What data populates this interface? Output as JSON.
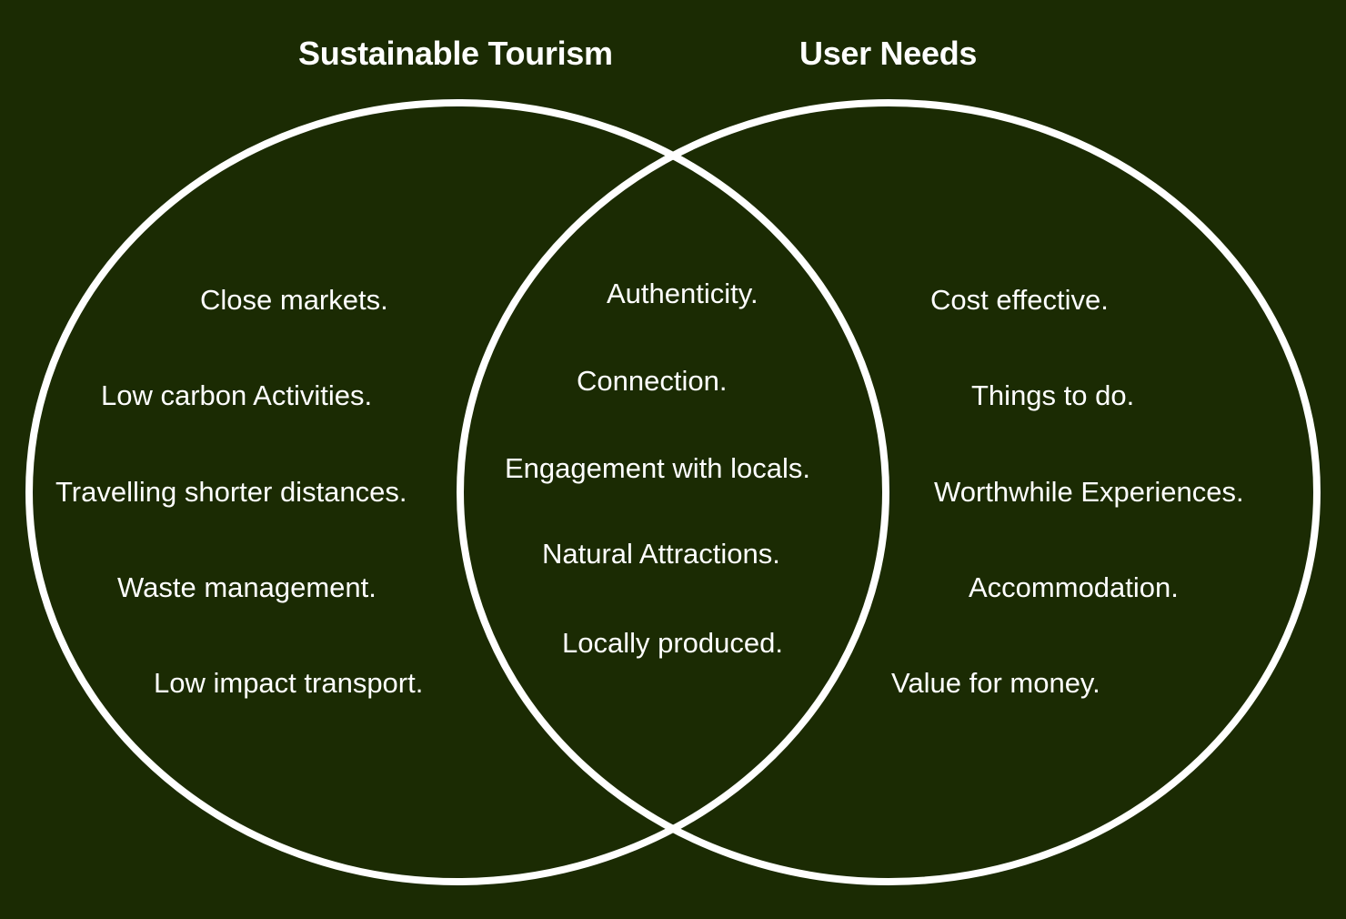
{
  "colors": {
    "background": "#1b2b03",
    "foreground": "#ffffff"
  },
  "titles": {
    "left": "Sustainable Tourism",
    "right": "User Needs"
  },
  "left_items": [
    "Close markets.",
    "Low carbon Activities.",
    "Travelling shorter distances.",
    "Waste management.",
    "Low impact transport."
  ],
  "overlap_items": [
    "Authenticity.",
    "Connection.",
    "Engagement with locals.",
    "Natural Attractions.",
    "Locally produced."
  ],
  "right_items": [
    "Cost effective.",
    "Things to do.",
    "Worthwhile Experiences.",
    "Accommodation.",
    "Value for money."
  ]
}
